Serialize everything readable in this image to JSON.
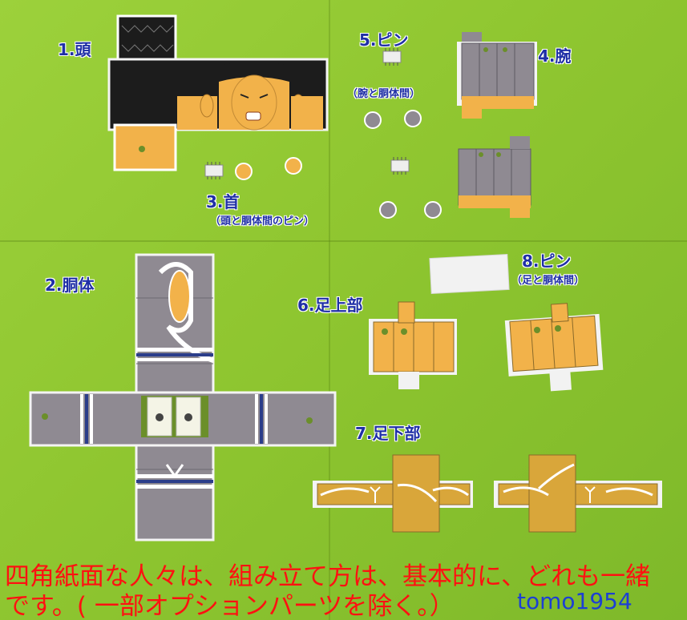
{
  "labels": {
    "head": "1.頭",
    "torso": "2.胴体",
    "neck": "3.首",
    "neck_note": "（頭と胴体間のピン）",
    "arm": "4.腕",
    "pin5": "5.ピン",
    "pin5_note": "（腕と胴体間）",
    "upper_leg": "6.足上部",
    "lower_leg": "7.足下部",
    "pin8": "8.ピン",
    "pin8_note": "（足と胴体間）"
  },
  "caption": {
    "line1": "四角紙面な人々は、組み立て方は、基本的に、どれも一緒",
    "line2": "です。( 一部オプションパーツを除く。）"
  },
  "credit": "tomo1954",
  "colors": {
    "background": "#8fc630",
    "label": "#1f2fa6",
    "caption": "#ff1111",
    "credit": "#1c3fd4",
    "kimono_gray": "#8f8a92",
    "skin": "#f2b24a",
    "hair": "#1c1c1c"
  }
}
